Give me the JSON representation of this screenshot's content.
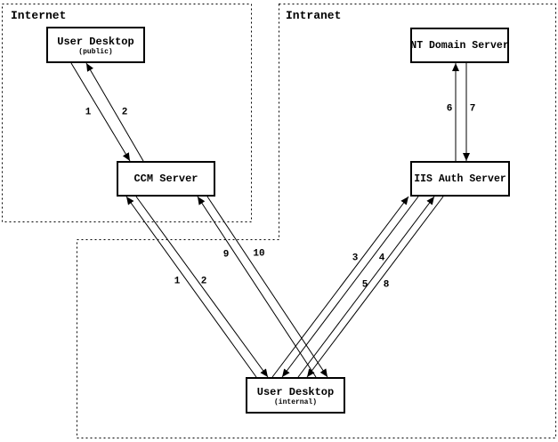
{
  "diagram": {
    "colors": {
      "background": "#ffffff",
      "line": "#000000",
      "text": "#000000"
    },
    "regions": {
      "internet": {
        "label": "Internet"
      },
      "intranet": {
        "label": "Intranet"
      }
    },
    "nodes": {
      "user_desktop_public": {
        "title": "User Desktop",
        "subtitle": "(public)"
      },
      "ccm_server": {
        "title": "CCM Server"
      },
      "nt_domain_server": {
        "title": "NT Domain Server"
      },
      "iis_auth_server": {
        "title": "IIS Auth Server"
      },
      "user_desktop_internal": {
        "title": "User Desktop",
        "subtitle": "(internal)"
      }
    },
    "edge_labels": {
      "step1_public": "1",
      "step2_public": "2",
      "step1_internal": "1",
      "step2_internal": "2",
      "step3": "3",
      "step4": "4",
      "step5": "5",
      "step6": "6",
      "step7": "7",
      "step8": "8",
      "step9": "9",
      "step10": "10"
    }
  }
}
